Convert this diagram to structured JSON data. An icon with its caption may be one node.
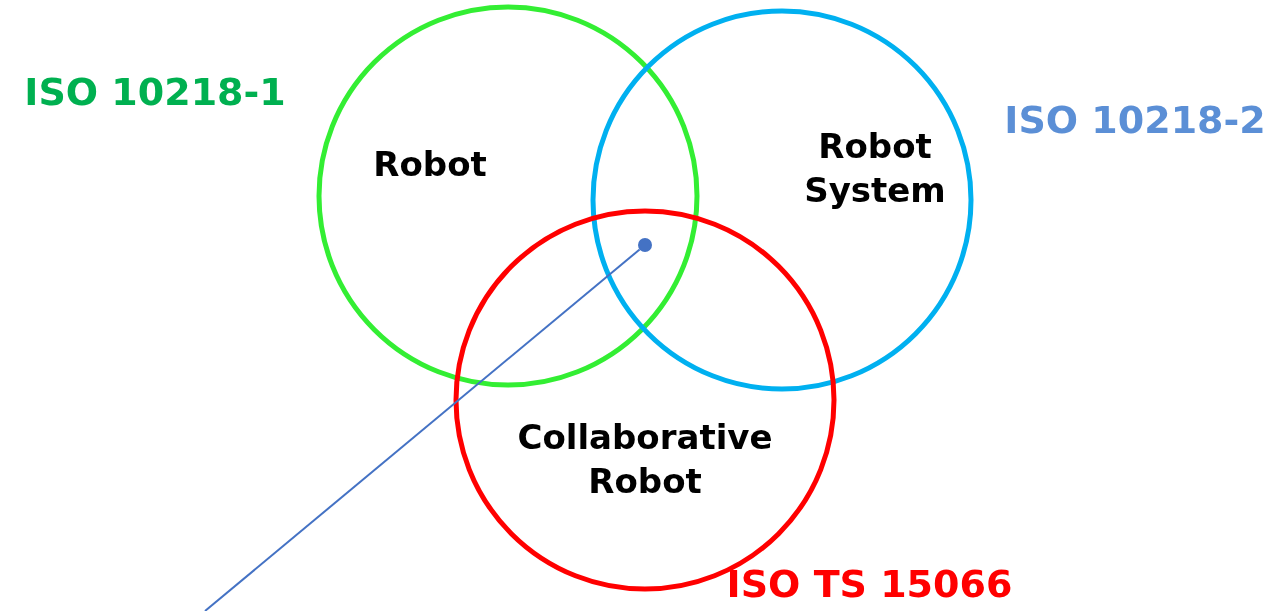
{
  "diagram": {
    "nodes": [
      {
        "text": [
          "ISO 10218-1",
          "Robot"
        ]
      },
      {
        "text": [
          "ISO 10218-2",
          "Robot System"
        ]
      },
      {
        "text": [
          "Collaborative Robot",
          "ISO TS 15066"
        ]
      },
      {
        "text": [],
        "shape": "circle"
      }
    ],
    "edges": [
      {
        "from": null,
        "to": 3,
        "arrow": "none"
      }
    ]
  }
}
